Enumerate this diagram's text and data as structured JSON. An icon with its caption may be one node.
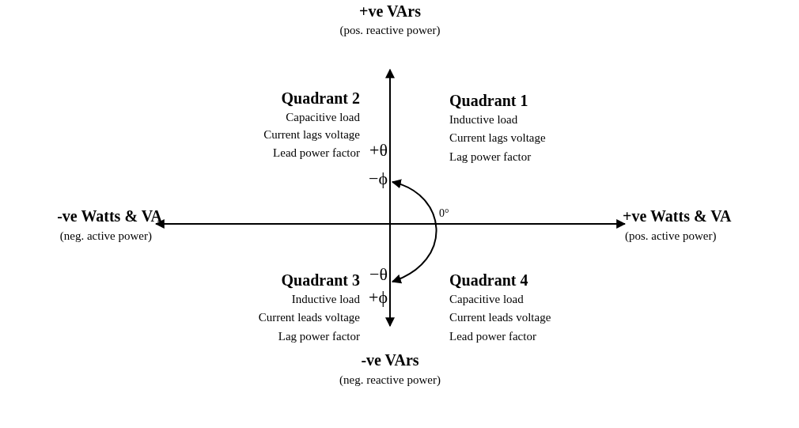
{
  "diagram": {
    "labels": [
      "+ve VArs",
      "(pos. reactive power)",
      "Quadrant 2",
      "Capacitive load",
      "Current lags voltage",
      "Lead power factor",
      "Quadrant 1",
      "Inductive load",
      "Current lags voltage",
      "Lag power factor",
      "+θ",
      "−ϕ",
      "-ve Watts & VA",
      "(neg. active power)",
      "+ve Watts & VA",
      "(pos. active power)",
      "0°",
      "Quadrant 3",
      "Inductive load",
      "Current leads voltage",
      "Lag power factor",
      "−θ",
      "+ϕ",
      "Quadrant 4",
      "Capacitive load",
      "Current leads voltage",
      "Lead power factor",
      "-ve VArs",
      "(neg. reactive power)"
    ]
  }
}
